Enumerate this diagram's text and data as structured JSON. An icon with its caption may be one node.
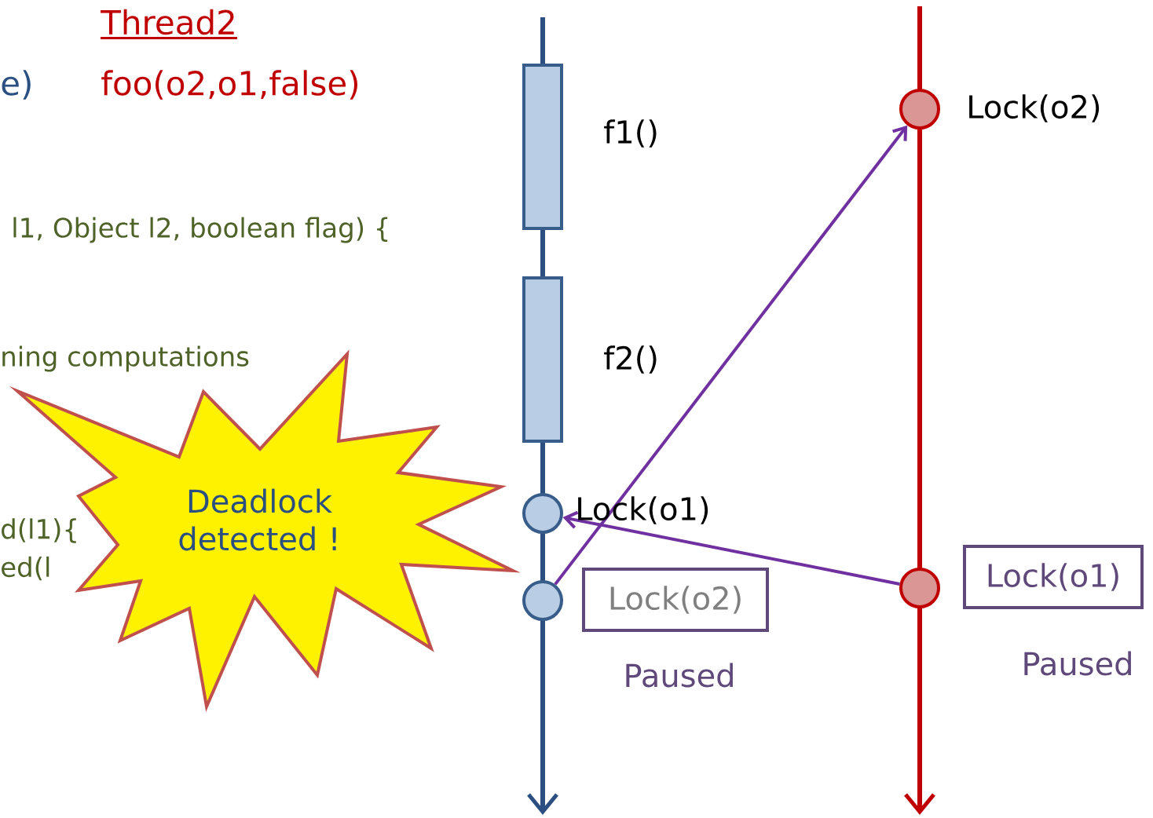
{
  "diagram": {
    "nodes": [
      {
        "text": [],
        "shape": "box",
        "beside": [
          "f1()"
        ]
      },
      {
        "text": [],
        "shape": "box",
        "beside": [
          "f2()"
        ]
      },
      {
        "text": [],
        "shape": "circle",
        "beside": [
          "Lock(o1)"
        ]
      },
      {
        "text": [],
        "shape": "circle"
      },
      {
        "text": [
          "Lock(o2)"
        ],
        "beside": [
          "Paused"
        ]
      },
      {
        "text": [],
        "shape": "circle",
        "beside": [
          "Lock(o2)"
        ]
      },
      {
        "text": [],
        "shape": "circle"
      },
      {
        "text": [
          "Lock(o1)"
        ],
        "beside": [
          "Paused"
        ]
      },
      {
        "text": [
          "Deadlock detected !"
        ]
      }
    ],
    "edges": [
      {
        "from": 3,
        "to": 5,
        "arrow": "to"
      },
      {
        "from": 6,
        "to": 2,
        "arrow": "to"
      }
    ],
    "labels": [
      "Thread2",
      "e)",
      "foo(o2,o1,false)",
      "l1, Object l2, boolean flag) {",
      "ning computations",
      "d(l1){",
      "ed(l"
    ]
  }
}
